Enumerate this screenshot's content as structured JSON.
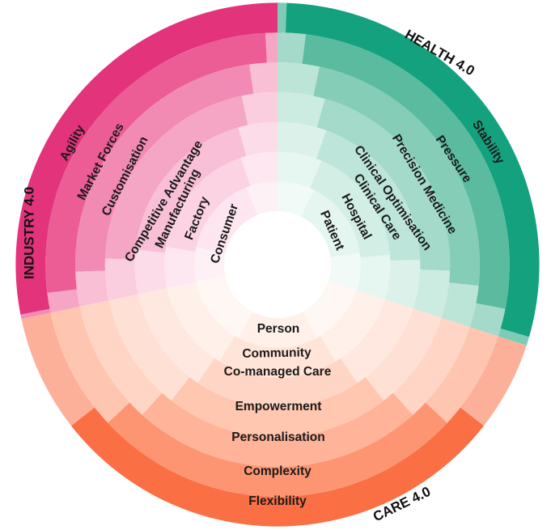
{
  "domains": [
    {
      "key": "industry",
      "title": "INDUSTRY 4.0",
      "colors": [
        "#fde6ef",
        "#fbd3e3",
        "#f9bfd6",
        "#f6a6c5",
        "#f28bb3",
        "#ec5d96",
        "#e2337b"
      ],
      "rings": [
        "Consumer",
        "Factory",
        "Manufacturing",
        "Competitive Advantage",
        "Customisation",
        "Market Forces",
        "Agility"
      ]
    },
    {
      "key": "health",
      "title": "HEALTH 4.0",
      "colors": [
        "#e5f5f0",
        "#d2eee5",
        "#bde5d9",
        "#a3dac9",
        "#86cdb7",
        "#5bbb9e",
        "#14a27e"
      ],
      "rings": [
        "Patient",
        "Hospital",
        "Clinical Care",
        "Clinical Optimisation",
        "Precision Medicine",
        "Pressure",
        "Stability"
      ]
    },
    {
      "key": "care",
      "title": "CARE 4.0",
      "colors": [
        "#fff0ea",
        "#ffe4d8",
        "#ffd6c5",
        "#ffc6b0",
        "#ffb398",
        "#fd9572",
        "#fb6f45"
      ],
      "rings": [
        "Person",
        "Community",
        "Co-managed Care",
        "Empowerment",
        "Personalisation",
        "Complexity",
        "Flexibility"
      ]
    }
  ]
}
